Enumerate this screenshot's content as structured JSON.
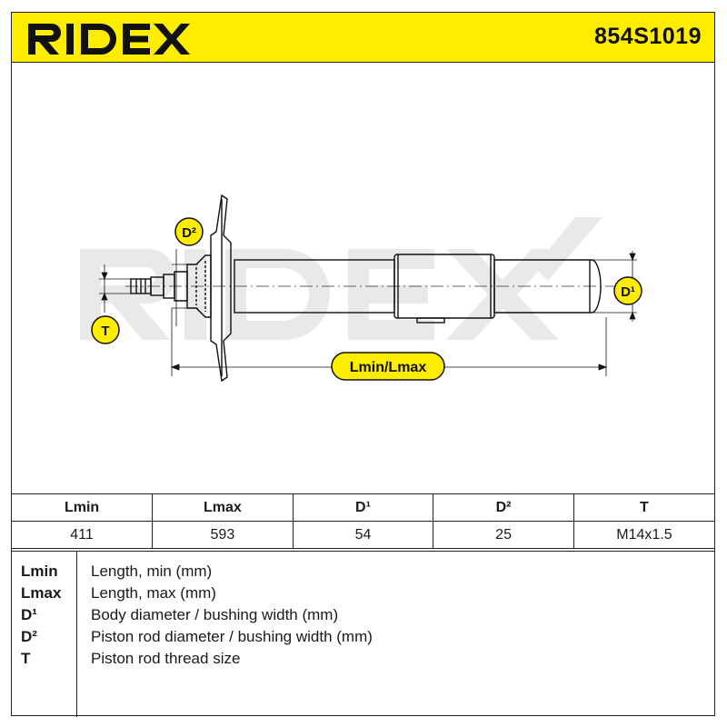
{
  "header": {
    "brand": "RIDEX",
    "part_number": "854S1019",
    "brand_color": "#ffed00"
  },
  "drawing": {
    "label_d2": "D²",
    "label_d1": "D¹",
    "label_t": "T",
    "label_length": "Lmin/Lmax",
    "watermark": "RIDEX"
  },
  "spec_table": {
    "headers": [
      "Lmin",
      "Lmax",
      "D¹",
      "D²",
      "T"
    ],
    "values": [
      "411",
      "593",
      "54",
      "25",
      "M14x1.5"
    ]
  },
  "legend": [
    {
      "key": "Lmin",
      "desc": "Length, min (mm)"
    },
    {
      "key": "Lmax",
      "desc": "Length, max (mm)"
    },
    {
      "key": "D¹",
      "desc": "Body diameter / bushing width (mm)"
    },
    {
      "key": "D²",
      "desc": "Piston rod diameter / bushing width (mm)"
    },
    {
      "key": "T",
      "desc": "Piston rod thread size"
    }
  ]
}
